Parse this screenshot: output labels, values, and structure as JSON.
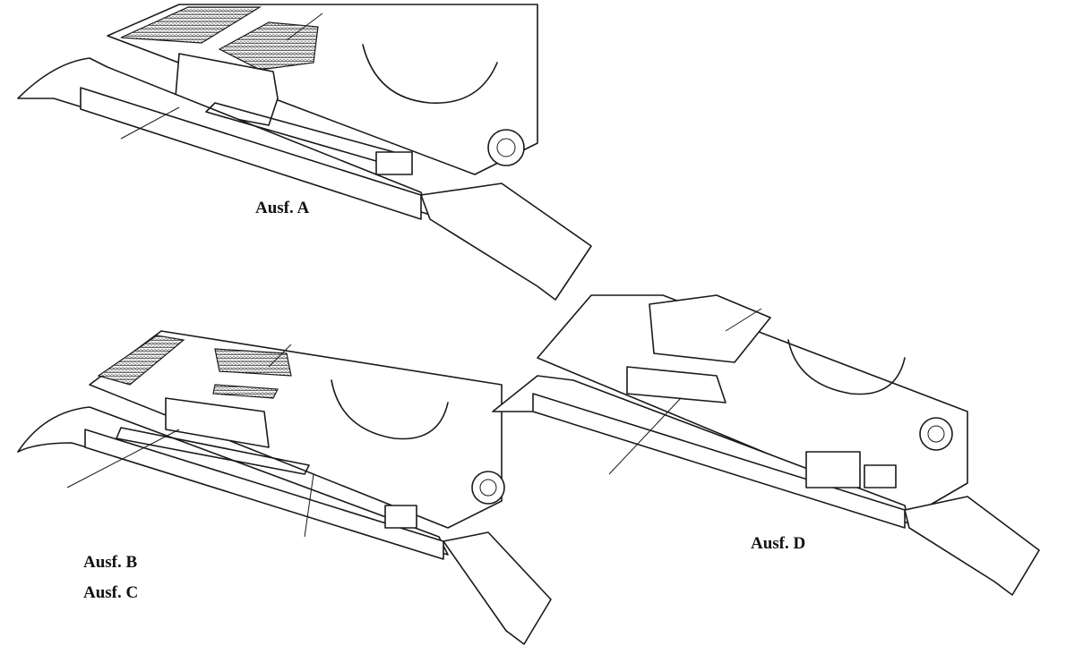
{
  "labels": {
    "ausf_a": "Ausf. A",
    "ausf_b": "Ausf. B",
    "ausf_c": "Ausf. C",
    "ausf_d": "Ausf. D"
  }
}
